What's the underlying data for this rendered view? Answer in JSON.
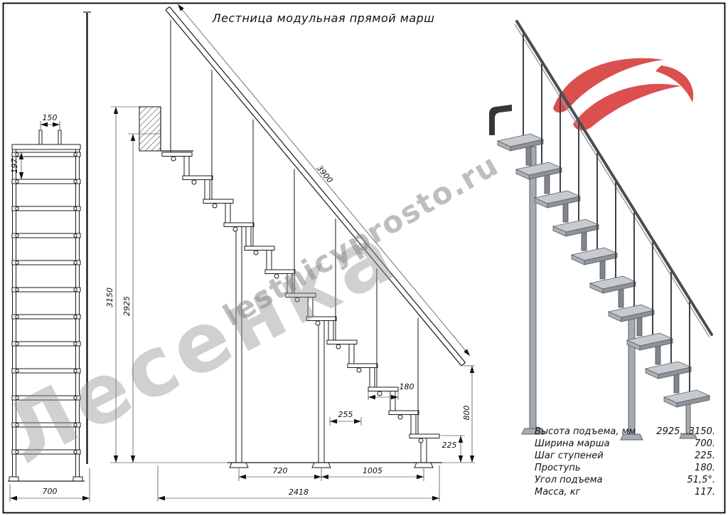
{
  "title": "Лестница модульная прямой марш",
  "watermark": {
    "big": "Лесенка",
    "site": "lestnicyprosto.ru"
  },
  "front_view": {
    "dim_width_top": "150",
    "dim_rise": "197",
    "dim_width": "700"
  },
  "side_view": {
    "dim_rail_length": "3900",
    "dim_height_max": "3150",
    "dim_height_min": "2925",
    "dim_tread_depth": "180",
    "dim_module": "255",
    "dim_step": "225",
    "dim_span1": "720",
    "dim_span2": "1005",
    "dim_end_height": "800",
    "dim_total_run": "2418"
  },
  "specs": {
    "rows": [
      {
        "label": "Высота подъема, мм",
        "value": "2925...3150."
      },
      {
        "label": "Ширина марша",
        "value": "700."
      },
      {
        "label": "Шаг ступеней",
        "value": "225."
      },
      {
        "label": "Проступь",
        "value": "180."
      },
      {
        "label": "Угол подъема",
        "value": "51,5°."
      },
      {
        "label": "Масса, кг",
        "value": "117."
      }
    ]
  }
}
